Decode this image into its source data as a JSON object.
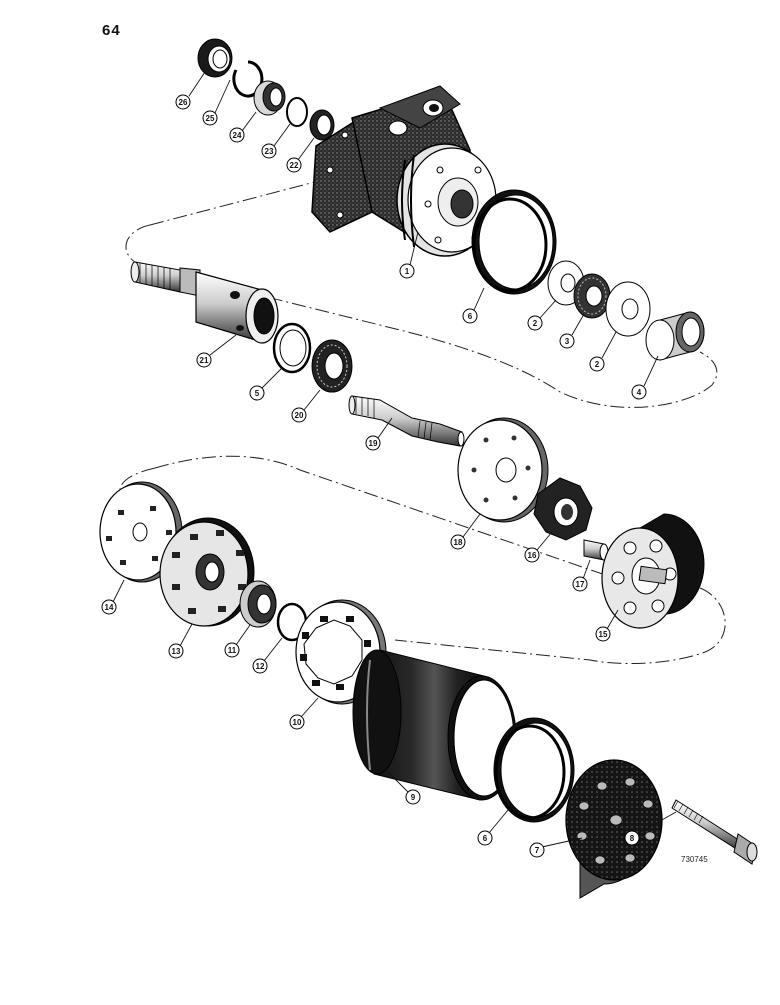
{
  "page_number": "64",
  "drawing_ref": "730745",
  "callouts": [
    {
      "id": "c26",
      "label": "26"
    },
    {
      "id": "c25",
      "label": "25"
    },
    {
      "id": "c24",
      "label": "24"
    },
    {
      "id": "c23",
      "label": "23"
    },
    {
      "id": "c22",
      "label": "22"
    },
    {
      "id": "c1",
      "label": "1"
    },
    {
      "id": "c6a",
      "label": "6"
    },
    {
      "id": "c2a",
      "label": "2"
    },
    {
      "id": "c3",
      "label": "3"
    },
    {
      "id": "c2b",
      "label": "2"
    },
    {
      "id": "c4",
      "label": "4"
    },
    {
      "id": "c21",
      "label": "21"
    },
    {
      "id": "c5",
      "label": "5"
    },
    {
      "id": "c20",
      "label": "20"
    },
    {
      "id": "c19",
      "label": "19"
    },
    {
      "id": "c18",
      "label": "18"
    },
    {
      "id": "c16b",
      "label": "16"
    },
    {
      "id": "c17",
      "label": "17"
    },
    {
      "id": "c15",
      "label": "15"
    },
    {
      "id": "c14",
      "label": "14"
    },
    {
      "id": "c13",
      "label": "13"
    },
    {
      "id": "c11",
      "label": "11"
    },
    {
      "id": "c12",
      "label": "12"
    },
    {
      "id": "c10",
      "label": "10"
    },
    {
      "id": "c9",
      "label": "9"
    },
    {
      "id": "c6b",
      "label": "6"
    },
    {
      "id": "c7",
      "label": "7"
    },
    {
      "id": "c8",
      "label": "8"
    }
  ],
  "colors": {
    "ink": "#111111",
    "paper": "#ffffff",
    "shade": "#1a1a1a"
  }
}
